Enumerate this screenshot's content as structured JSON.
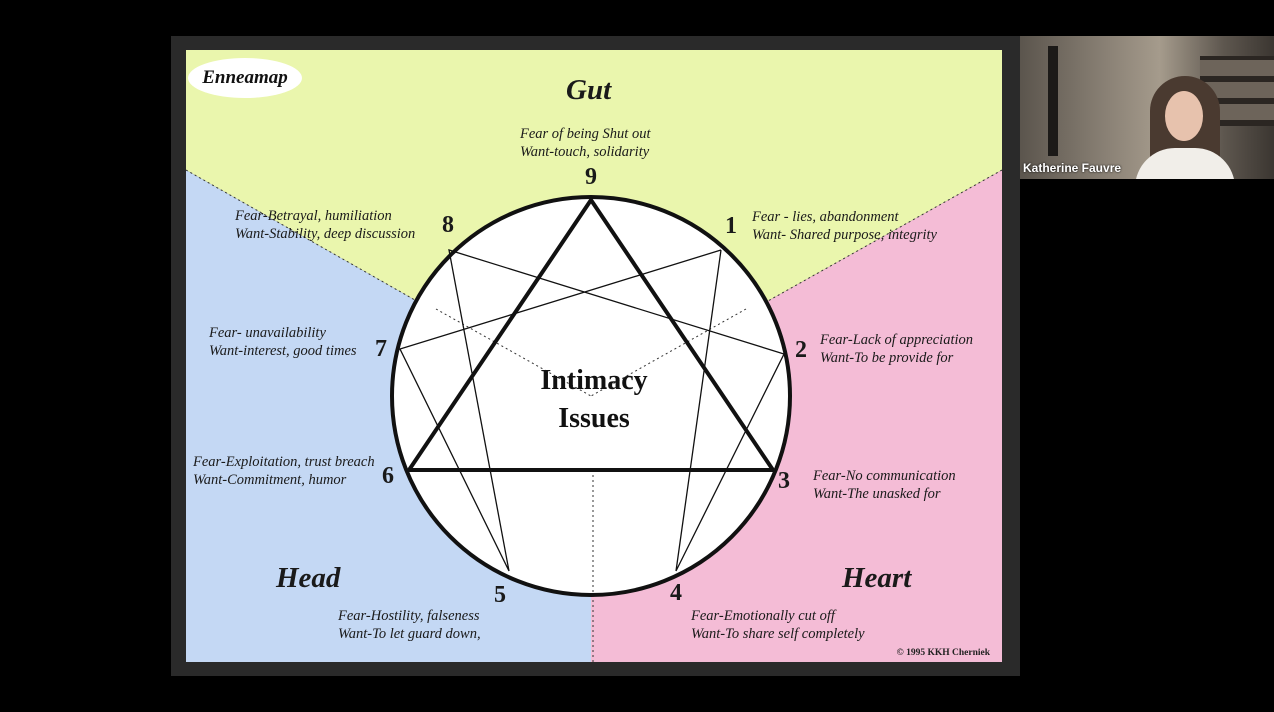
{
  "slide": {
    "logo": "Enneamap",
    "center_title_line1": "Intimacy",
    "center_title_line2": "Issues",
    "regions": {
      "gut": "Gut",
      "head": "Head",
      "heart": "Heart"
    },
    "colors": {
      "gut": "#eaf6ad",
      "head": "#c4d8f4",
      "heart": "#f4bcd6",
      "lines": "#111111"
    },
    "points": [
      {
        "number": "9",
        "fear": "Fear of being Shut out",
        "want": "Want-touch, solidarity"
      },
      {
        "number": "1",
        "fear": "Fear - lies, abandonment",
        "want": "Want- Shared purpose, integrity"
      },
      {
        "number": "2",
        "fear": "Fear-Lack of appreciation",
        "want": "Want-To be provide for"
      },
      {
        "number": "3",
        "fear": "Fear-No communication",
        "want": "Want-The unasked for"
      },
      {
        "number": "4",
        "fear": "Fear-Emotionally cut off",
        "want": "Want-To share self completely"
      },
      {
        "number": "5",
        "fear": "Fear-Hostility, falseness",
        "want": "Want-To let guard down,"
      },
      {
        "number": "6",
        "fear": "Fear-Exploitation, trust breach",
        "want": "Want-Commitment, humor"
      },
      {
        "number": "7",
        "fear": "Fear- unavailability",
        "want": "Want-interest, good times"
      },
      {
        "number": "8",
        "fear": "Fear-Betrayal, humiliation",
        "want": "Want-Stability, deep discussion"
      }
    ],
    "copyright": "© 1995 KKH Cherniek"
  },
  "video": {
    "participant_name": "Katherine Fauvre"
  }
}
